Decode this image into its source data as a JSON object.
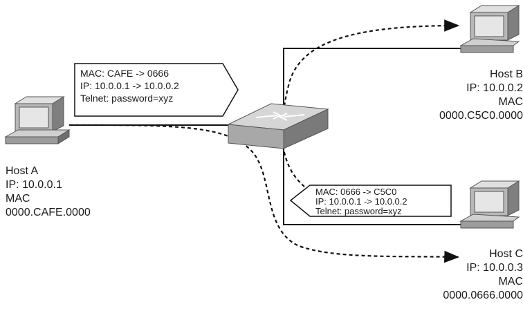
{
  "hosts": {
    "a": {
      "name": "Host A",
      "ip": "IP: 10.0.0.1",
      "mac_label": "MAC",
      "mac": "0000.CAFE.0000"
    },
    "b": {
      "name": "Host B",
      "ip": "IP: 10.0.0.2",
      "mac_label": "MAC",
      "mac": "0000.C5C0.0000"
    },
    "c": {
      "name": "Host C",
      "ip": "IP: 10.0.0.3",
      "mac_label": "MAC",
      "mac": "0000.0666.0000"
    }
  },
  "callouts": {
    "outbound": {
      "mac": "MAC: CAFE -> 0666",
      "ip": "IP: 10.0.0.1 -> 10.0.0.2",
      "telnet": "Telnet: password=xyz"
    },
    "forwarded": {
      "mac": "MAC: 0666 -> C5C0",
      "ip": "IP: 10.0.0.1 -> 10.0.0.2",
      "telnet": "Telnet: password=xyz"
    }
  },
  "colors": {
    "device_body": "#cfcfcf",
    "device_dark": "#6b6b6b",
    "line": "#111111",
    "screen": "#e6e6e6"
  },
  "icons": [
    "computer-icon",
    "switch-icon"
  ]
}
